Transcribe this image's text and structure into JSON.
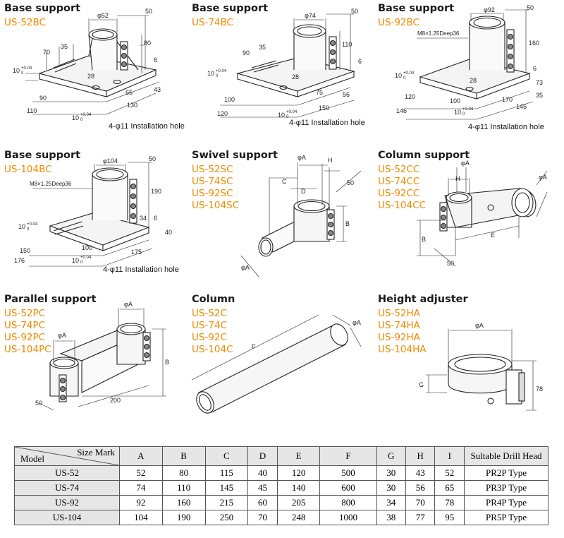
{
  "panels": [
    {
      "title": "Base support",
      "models": [
        "US-52BC"
      ],
      "dims": [
        "φ52",
        "50",
        "80",
        "70",
        "35",
        "6",
        "28",
        "10",
        "+0.04",
        "0",
        "90",
        "65",
        "43",
        "130",
        "110",
        "10",
        "+0.04",
        "0"
      ],
      "hole_note": "4-φ11 Installation hole"
    },
    {
      "title": "Base support",
      "models": [
        "US-74BC"
      ],
      "dims": [
        "φ74",
        "50",
        "110",
        "90",
        "35",
        "6",
        "28",
        "10",
        "+0.04",
        "0",
        "100",
        "75",
        "56",
        "150",
        "120",
        "10",
        "+0.04",
        "0"
      ],
      "hole_note": "4-φ11 Installation hole"
    },
    {
      "title": "Base support",
      "models": [
        "US-92BC"
      ],
      "dims": [
        "φ92",
        "50",
        "M8×1.25Deep36",
        "160",
        "6",
        "10",
        "+0.04",
        "0",
        "28",
        "73",
        "120",
        "100",
        "35",
        "170",
        "145",
        "146",
        "10",
        "+0.04",
        "0"
      ],
      "hole_note": "4-φ11 Installation hole"
    },
    {
      "title": "Base support",
      "models": [
        "US-104BC"
      ],
      "dims": [
        "φ104",
        "50",
        "M8×1.25Deep36",
        "190",
        "34",
        "6",
        "10",
        "+0.04",
        "0",
        "40",
        "150",
        "100",
        "175",
        "176",
        "10",
        "+0.04",
        "0"
      ],
      "hole_note": "4-φ11 Installation hole"
    },
    {
      "title": "Swivel support",
      "models": [
        "US-52SC",
        "US-74SC",
        "US-92SC",
        "US-104SC"
      ],
      "dims": [
        "φA",
        "H",
        "C",
        "D",
        "50",
        "B",
        "φA"
      ]
    },
    {
      "title": "Column support",
      "models": [
        "US-52CC",
        "US-74CC",
        "US-92CC",
        "US-104CC"
      ],
      "dims": [
        "φA",
        "H",
        "φA",
        "B",
        "E",
        "50"
      ]
    },
    {
      "title": "Parallel support",
      "models": [
        "US-52PC",
        "US-74PC",
        "US-92PC",
        "US-104PC"
      ],
      "dims": [
        "φA",
        "φA",
        "B",
        "50",
        "200"
      ]
    },
    {
      "title": "Column",
      "models": [
        "US-52C",
        "US-74C",
        "US-92C",
        "US-104C"
      ],
      "dims": [
        "F",
        "φA"
      ]
    },
    {
      "title": "Height adjuster",
      "models": [
        "US-52HA",
        "US-74HA",
        "US-92HA",
        "US-104HA"
      ],
      "dims": [
        "φA",
        "G",
        "78"
      ]
    }
  ],
  "table": {
    "header_top": "Size Mark",
    "header_bottom": "Model",
    "columns": [
      "A",
      "B",
      "C",
      "D",
      "E",
      "F",
      "G",
      "H",
      "I",
      "Sultable Drill Head"
    ],
    "rows": [
      {
        "model": "US-52",
        "values": [
          "52",
          "80",
          "115",
          "40",
          "120",
          "500",
          "30",
          "43",
          "52",
          "PR2P Type"
        ]
      },
      {
        "model": "US-74",
        "values": [
          "74",
          "110",
          "145",
          "45",
          "140",
          "600",
          "30",
          "56",
          "65",
          "PR3P Type"
        ]
      },
      {
        "model": "US-92",
        "values": [
          "92",
          "160",
          "215",
          "60",
          "205",
          "800",
          "34",
          "70",
          "78",
          "PR4P Type"
        ]
      },
      {
        "model": "US-104",
        "values": [
          "104",
          "190",
          "250",
          "70",
          "248",
          "1000",
          "38",
          "77",
          "95",
          "PR5P Type"
        ]
      }
    ]
  }
}
